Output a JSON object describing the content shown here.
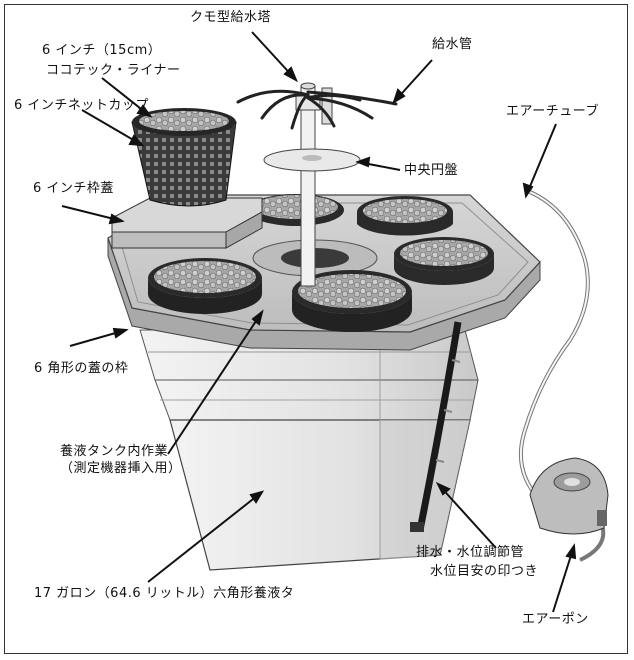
{
  "labels": {
    "spider_tower": "クモ型給水塔",
    "feed_pipe": "給水管",
    "liner_line1": "6 インチ（15cm）",
    "liner_line2": "ココテック・ライナー",
    "net_cup": "6 インチネットカップ",
    "air_tube": "エアーチューブ",
    "center_disc": "中央円盤",
    "lid_cap": "6 インチ枠蓋",
    "hex_lid_frame": "6 角形の蓋の枠",
    "work_port_line1": "養液タンク内作業",
    "work_port_line2": "（測定機器挿入用）",
    "drain_line1": "排水・水位調節管",
    "drain_line2": "水位目安の印つき",
    "reservoir": "17 ガロン（64.6 リットル）六角形養液タ",
    "air_pump": "エアーポン"
  },
  "colors": {
    "line": "#111111",
    "tank_light": "#ececec",
    "tank_mid": "#d4d4d4",
    "tank_dark": "#b5b5b5",
    "lid_top": "#c8c8c8",
    "pot_dark": "#2a2a2a",
    "media": "#9a9a9a"
  }
}
